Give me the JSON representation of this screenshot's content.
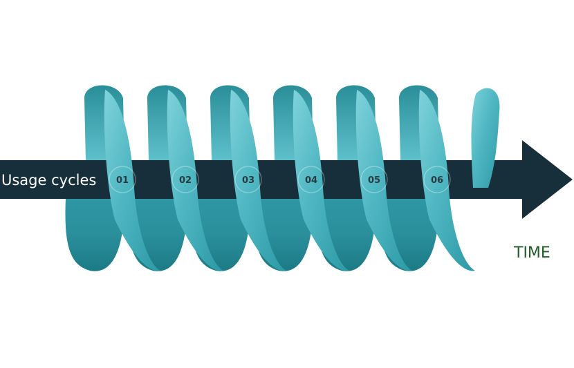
{
  "diagram": {
    "arrow_label": "Usage cycles",
    "time_label": "TIME",
    "cycles": [
      "01",
      "02",
      "03",
      "04",
      "05",
      "06"
    ]
  },
  "colors": {
    "arrow": "#172f3b",
    "coil_light": "#75ccd6",
    "coil_mid": "#3aa6b2",
    "coil_dark": "#1f838e",
    "time_text": "#1e5b26",
    "badge_text": "#2b3a40"
  }
}
